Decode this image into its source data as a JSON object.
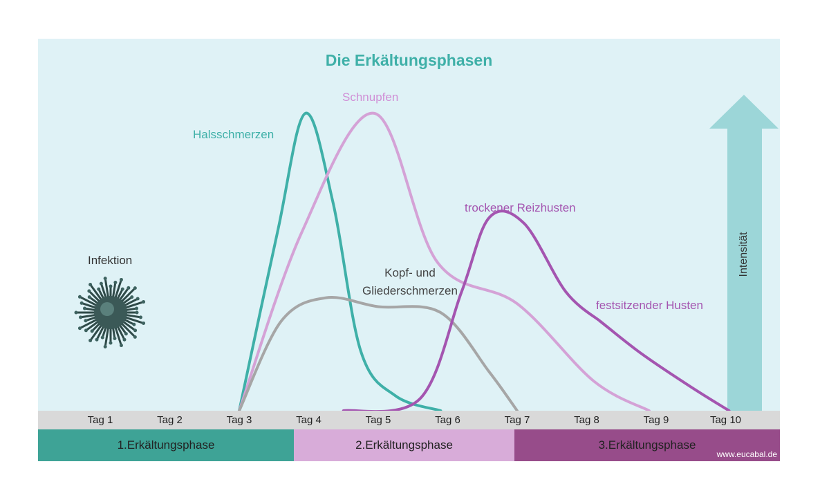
{
  "chart_data": {
    "type": "line",
    "title": "Die Erkältungsphasen",
    "categories": [
      "Tag 1",
      "Tag 2",
      "Tag 3",
      "Tag 4",
      "Tag 5",
      "Tag 6",
      "Tag 7",
      "Tag 8",
      "Tag 9",
      "Tag 10"
    ],
    "ylabel": "Intensität",
    "ylim": [
      0,
      100
    ],
    "series": [
      {
        "name": "Halsschmerzen",
        "color": "#3fb0a8",
        "points": [
          [
            3,
            0
          ],
          [
            3.55,
            60
          ],
          [
            3.95,
            100
          ],
          [
            4.35,
            70
          ],
          [
            4.75,
            20
          ],
          [
            5.25,
            5
          ],
          [
            5.9,
            0
          ]
        ]
      },
      {
        "name": "Schnupfen",
        "color": "#d4a2d6",
        "points": [
          [
            3,
            0
          ],
          [
            3.9,
            60
          ],
          [
            4.95,
            100
          ],
          [
            5.85,
            50
          ],
          [
            7,
            36
          ],
          [
            8.1,
            10
          ],
          [
            8.9,
            0
          ]
        ]
      },
      {
        "name": "Kopf- und Gliederschmerzen",
        "color": "#a6a6a6",
        "points": [
          [
            3,
            0
          ],
          [
            3.6,
            30
          ],
          [
            4.25,
            38
          ],
          [
            5,
            35
          ],
          [
            5.9,
            33
          ],
          [
            6.6,
            13
          ],
          [
            7,
            0
          ]
        ]
      },
      {
        "name": "trockener Reizhusten",
        "color": "#a455b0",
        "points": [
          [
            4.5,
            0
          ],
          [
            5.6,
            4
          ],
          [
            6.2,
            40
          ],
          [
            6.6,
            65
          ],
          [
            7.1,
            63
          ],
          [
            7.7,
            40
          ],
          [
            8.2,
            30
          ]
        ]
      },
      {
        "name": "festsitzender Husten",
        "color": "#a455b0",
        "points": [
          [
            8.2,
            30
          ],
          [
            8.8,
            19
          ],
          [
            9.5,
            8
          ],
          [
            10.05,
            0
          ]
        ]
      }
    ],
    "annotations": [
      "Infektion"
    ]
  },
  "phases": [
    "1.Erkältungsphase",
    "2.Erkältungsphase",
    "3.Erkältungsphase"
  ],
  "watermark": "www.eucabal.de",
  "colors": {
    "background": "#dff2f6",
    "arrow": "#9cd6d8",
    "days_bar": "#d9d9d9",
    "phase1": "#3ea396",
    "phase2": "#d8acd9",
    "phase3": "#974c8a"
  },
  "icons": {
    "virus": "virus-icon"
  }
}
